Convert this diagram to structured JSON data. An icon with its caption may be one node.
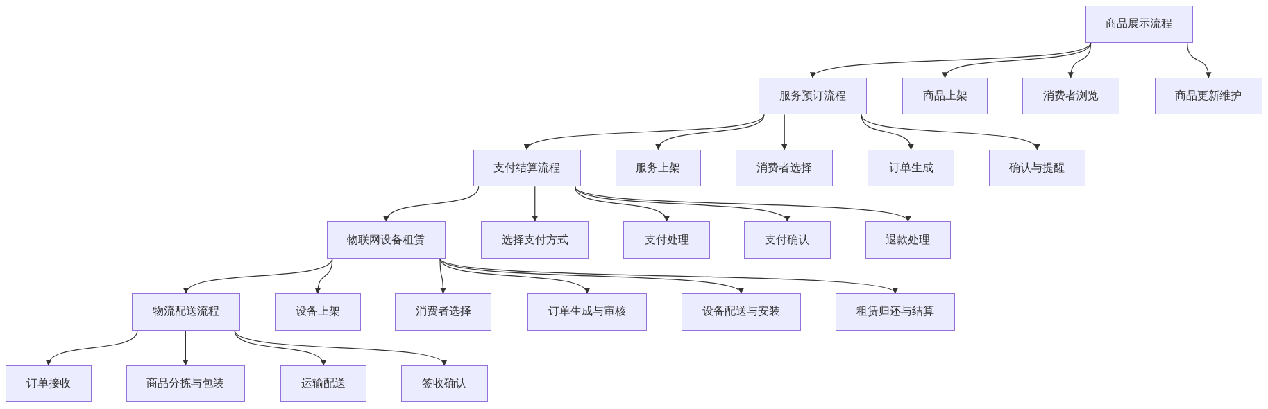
{
  "diagram": {
    "nodes": [
      {
        "text": [
          "商品展示流程"
        ]
      },
      {
        "text": [
          "服务预订流程"
        ]
      },
      {
        "text": [
          "商品上架"
        ]
      },
      {
        "text": [
          "消费者浏览"
        ]
      },
      {
        "text": [
          "商品更新维护"
        ]
      },
      {
        "text": [
          "支付结算流程"
        ]
      },
      {
        "text": [
          "服务上架"
        ]
      },
      {
        "text": [
          "消费者选择"
        ]
      },
      {
        "text": [
          "订单生成"
        ]
      },
      {
        "text": [
          "确认与提醒"
        ]
      },
      {
        "text": [
          "物联网设备租赁"
        ]
      },
      {
        "text": [
          "选择支付方式"
        ]
      },
      {
        "text": [
          "支付处理"
        ]
      },
      {
        "text": [
          "支付确认"
        ]
      },
      {
        "text": [
          "退款处理"
        ]
      },
      {
        "text": [
          "物流配送流程"
        ]
      },
      {
        "text": [
          "设备上架"
        ]
      },
      {
        "text": [
          "消费者选择"
        ]
      },
      {
        "text": [
          "订单生成与审核"
        ]
      },
      {
        "text": [
          "设备配送与安装"
        ]
      },
      {
        "text": [
          "租赁归还与结算"
        ]
      },
      {
        "text": [
          "订单接收"
        ]
      },
      {
        "text": [
          "商品分拣与包装"
        ]
      },
      {
        "text": [
          "运输配送"
        ]
      },
      {
        "text": [
          "签收确认"
        ]
      }
    ],
    "edges": [
      {
        "from": 0,
        "to": 1,
        "arrow": "to"
      },
      {
        "from": 0,
        "to": 2,
        "arrow": "to"
      },
      {
        "from": 0,
        "to": 3,
        "arrow": "to"
      },
      {
        "from": 0,
        "to": 4,
        "arrow": "to"
      },
      {
        "from": 1,
        "to": 5,
        "arrow": "to"
      },
      {
        "from": 1,
        "to": 6,
        "arrow": "to"
      },
      {
        "from": 1,
        "to": 7,
        "arrow": "to"
      },
      {
        "from": 1,
        "to": 8,
        "arrow": "to"
      },
      {
        "from": 1,
        "to": 9,
        "arrow": "to"
      },
      {
        "from": 5,
        "to": 10,
        "arrow": "to"
      },
      {
        "from": 5,
        "to": 11,
        "arrow": "to"
      },
      {
        "from": 5,
        "to": 12,
        "arrow": "to"
      },
      {
        "from": 5,
        "to": 13,
        "arrow": "to"
      },
      {
        "from": 5,
        "to": 14,
        "arrow": "to"
      },
      {
        "from": 10,
        "to": 15,
        "arrow": "to"
      },
      {
        "from": 10,
        "to": 16,
        "arrow": "to"
      },
      {
        "from": 10,
        "to": 17,
        "arrow": "to"
      },
      {
        "from": 10,
        "to": 18,
        "arrow": "to"
      },
      {
        "from": 10,
        "to": 19,
        "arrow": "to"
      },
      {
        "from": 10,
        "to": 20,
        "arrow": "to"
      },
      {
        "from": 15,
        "to": 21,
        "arrow": "to"
      },
      {
        "from": 15,
        "to": 22,
        "arrow": "to"
      },
      {
        "from": 15,
        "to": 23,
        "arrow": "to"
      },
      {
        "from": 15,
        "to": 24,
        "arrow": "to"
      }
    ]
  }
}
